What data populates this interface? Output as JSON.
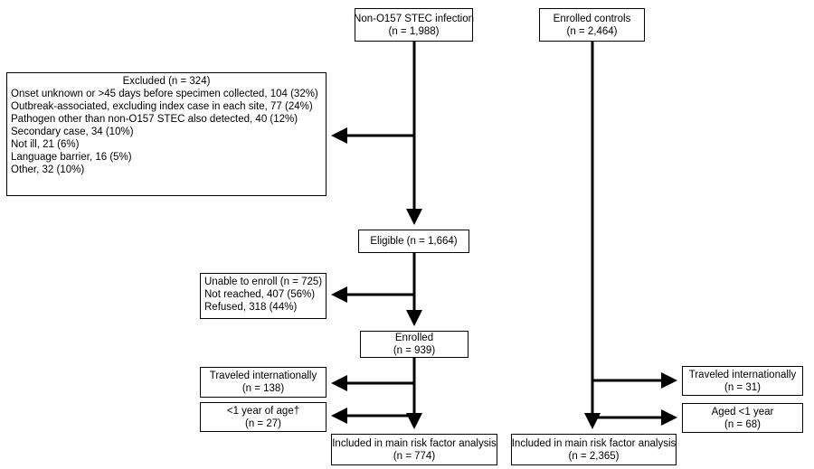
{
  "cases_top": {
    "line1": "Non-O157 STEC infection",
    "line2": "(n = 1,988)"
  },
  "controls_top": {
    "line1": "Enrolled controls",
    "line2": "(n = 2,464)"
  },
  "excluded": {
    "title": "Excluded (n = 324)",
    "items": [
      "Onset unknown or >45 days before specimen collected, 104 (32%)",
      "Outbreak-associated, excluding index case in each site, 77 (24%)",
      "Pathogen other than non-O157 STEC also detected, 40 (12%)",
      "Secondary case, 34 (10%)",
      "Not ill, 21 (6%)",
      "Language barrier, 16 (5%)",
      "Other, 32 (10%)"
    ]
  },
  "eligible": {
    "line1": "Eligible (n = 1,664)"
  },
  "unable": {
    "title": "Unable to enroll (n = 725)",
    "items": [
      "Not reached, 407 (56%)",
      "Refused, 318 (44%)"
    ]
  },
  "enrolled": {
    "line1": "Enrolled",
    "line2": "(n = 939)"
  },
  "cases_travel": {
    "line1": "Traveled internationally",
    "line2": "(n = 138)"
  },
  "cases_age": {
    "line1": "<1 year of age†",
    "line2": "(n = 27)"
  },
  "cases_final": {
    "line1": "Included in main risk factor analysis",
    "line2": "(n = 774)"
  },
  "controls_travel": {
    "line1": "Traveled internationally",
    "line2": "(n = 31)"
  },
  "controls_age": {
    "line1": "Aged <1 year",
    "line2": "(n = 68)"
  },
  "controls_final": {
    "line1": "Included in main risk factor analysis",
    "line2": "(n = 2,365)"
  }
}
